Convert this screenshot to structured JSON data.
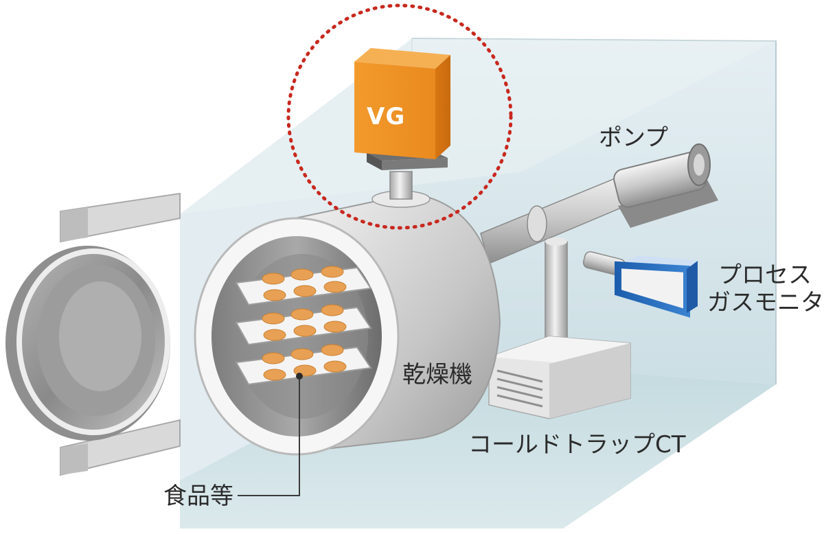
{
  "labels": {
    "vg": "VG",
    "pump": "ポンプ",
    "process_gas_monitor_line1": "プロセス",
    "process_gas_monitor_line2": "ガスモニタ",
    "dryer": "乾燥機",
    "cold_trap": "コールドトラップCT",
    "food": "食品等"
  },
  "colors": {
    "vg_orange": "#f0902a",
    "highlight_circle": "#c8281e",
    "monitor_blue": "#2a6fc0",
    "room_glass": "#cfe0e6"
  }
}
